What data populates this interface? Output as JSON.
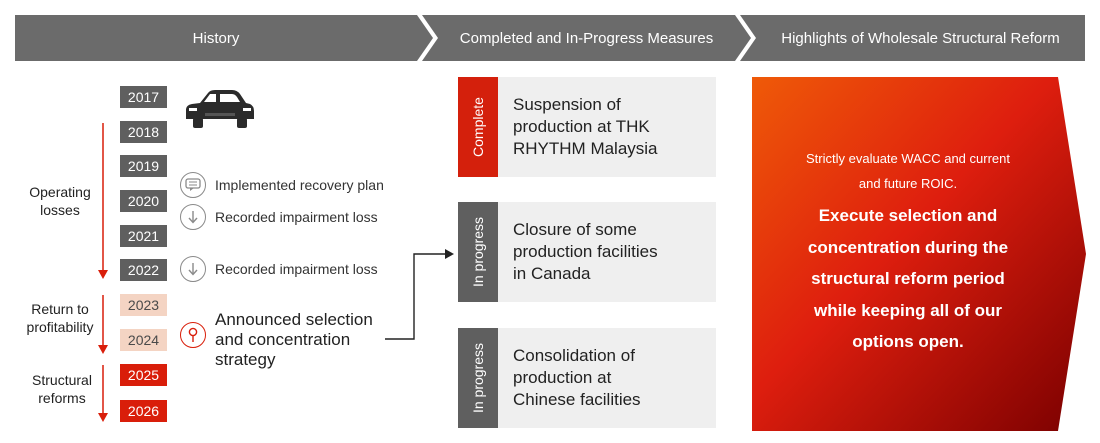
{
  "header": {
    "history": "History",
    "measures": "Completed and In-Progress Measures",
    "highlights": "Highlights of Wholesale Structural Reform"
  },
  "timeline": {
    "years": [
      "2017",
      "2018",
      "2019",
      "2020",
      "2021",
      "2022",
      "2023",
      "2024",
      "2025",
      "2026"
    ],
    "phases": {
      "operating_losses": "Operating\nlosses",
      "return_to_profitability": "Return to\nprofitability",
      "structural_reforms": "Structural\nreforms"
    },
    "events": [
      {
        "icon": "speech-bubble-icon",
        "text": "Implemented recovery plan"
      },
      {
        "icon": "down-arrow-icon",
        "text": "Recorded impairment loss"
      },
      {
        "icon": "down-arrow-icon",
        "text": "Recorded impairment loss"
      },
      {
        "icon": "location-pin-icon",
        "text": "Announced selection\nand concentration\nstrategy"
      }
    ]
  },
  "measures": [
    {
      "status": "Complete",
      "text": "Suspension of\nproduction at THK\nRHYTHM Malaysia",
      "color": "#d4200c"
    },
    {
      "status": "In progress",
      "text": "Closure of some\nproduction facilities\nin Canada",
      "color": "#5f5f5f"
    },
    {
      "status": "In progress",
      "text": "Consolidation of\nproduction at\nChinese facilities",
      "color": "#5f5f5f"
    }
  ],
  "highlight": {
    "small": "Strictly evaluate WACC and current\nand future ROIC.",
    "large": "Execute selection and\nconcentration during the\nstructural reform period\nwhile keeping all of our\noptions open."
  },
  "colors": {
    "header": "#6b6b6b",
    "accent": "#d91e0a",
    "peach": "#f4d4c3"
  }
}
